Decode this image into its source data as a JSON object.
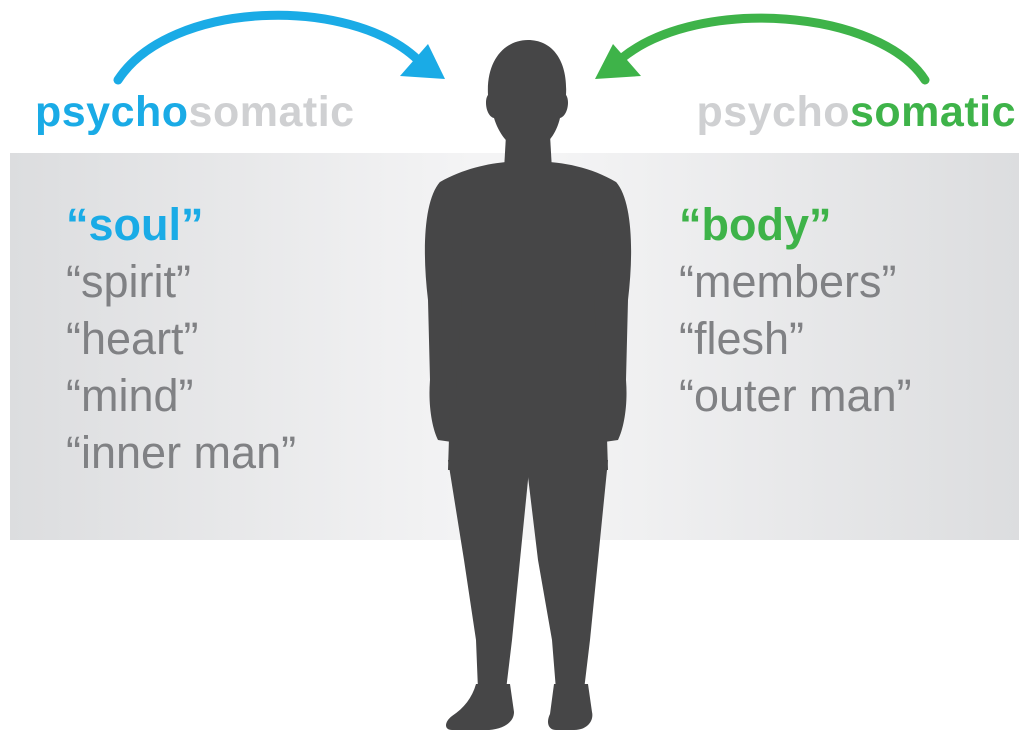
{
  "colors": {
    "psycho_accent": "#1aabe6",
    "soma_accent": "#3eb349",
    "muted": "#cfd0d2",
    "term_gray": "#808184",
    "silhouette": "#464647"
  },
  "left_heading": {
    "highlight": "psycho",
    "rest": "somatic"
  },
  "right_heading": {
    "rest": "psycho",
    "highlight": "somatic"
  },
  "left_terms": {
    "key": "“soul”",
    "items": [
      "“spirit”",
      "“heart”",
      "“mind”",
      "“inner man”"
    ]
  },
  "right_terms": {
    "key": "“body”",
    "items": [
      "“members”",
      "“flesh”",
      "“outer man”"
    ]
  },
  "icons": {
    "left_arrow": "curved-arrow-right-icon",
    "right_arrow": "curved-arrow-left-icon",
    "figure": "person-silhouette-icon"
  }
}
